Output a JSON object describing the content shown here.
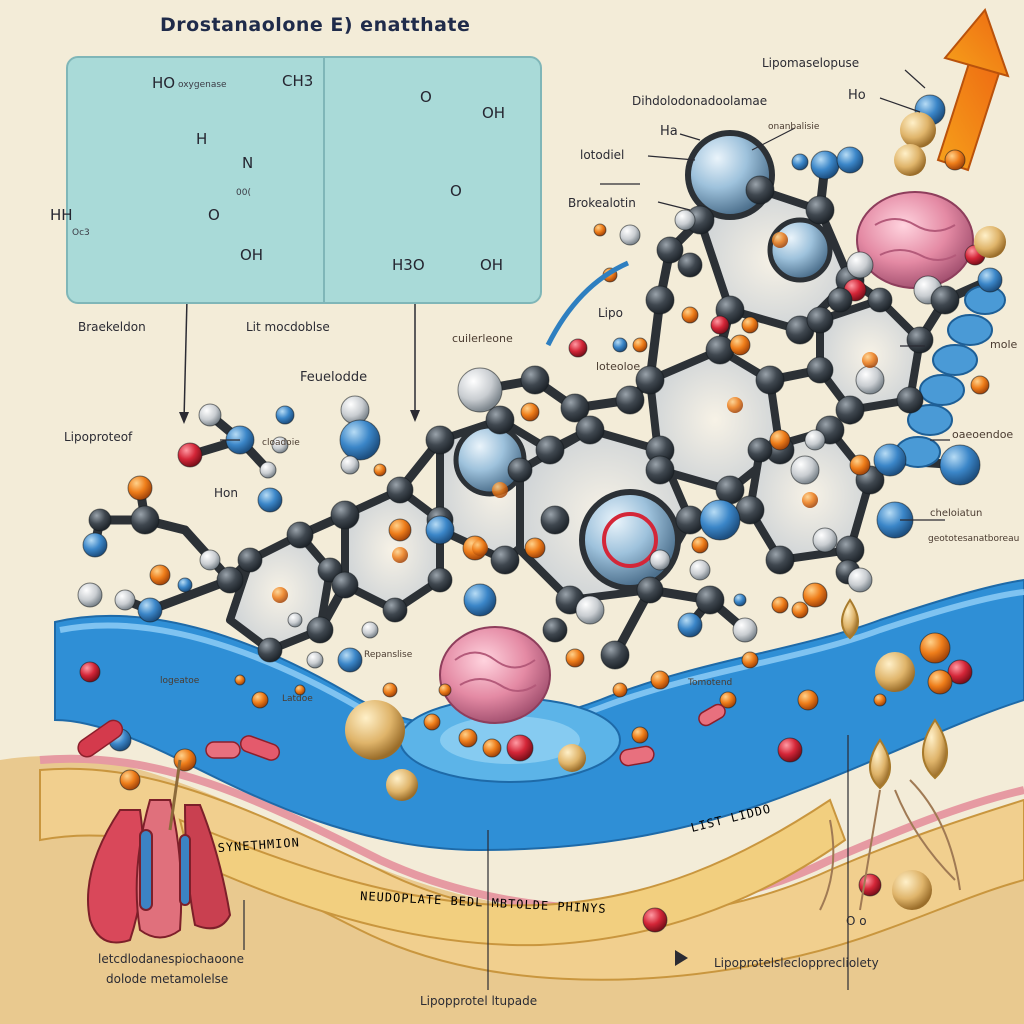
{
  "title": "Drostanaolone E) enatthate",
  "structure_panel": {
    "left": {
      "top_group": "HO",
      "top_group_note": "oxygenase",
      "methyl": "CH3",
      "hydrogen": "H",
      "nitrogen": "N",
      "side_note": "00(",
      "ring_group": "HH",
      "ring_group_sub": "Oc3",
      "ester_oxygen": "O",
      "hydroxyl": "OH"
    },
    "right": {
      "top_oxygen": "O",
      "top_hydroxyl": "OH",
      "ring_oxygen": "O",
      "bottom_left": "H3O",
      "bottom_right": "OH"
    }
  },
  "labels": {
    "brakeddon": "Braekeldon",
    "lit_mochanism": "Lit mocdoblse",
    "feuelodde": "Feuelodde",
    "lipoproteof": "Lipoproteof",
    "hon": "Hon",
    "lipomaselopuse": "Lipomaselopuse",
    "ho_right": "Ho",
    "dihydro": "Dihdolodonadoolamae",
    "ha": "Ha",
    "lotodiel": "lotodiel",
    "brokealotin": "Brokealotin",
    "lipo_small": "Lipo",
    "loteoloe": "loteoloe",
    "cuilerleone": "cuilerleone",
    "mole": "mole",
    "oaeoendoe": "oaeoendoe",
    "chelolatun": "cheloiatun",
    "synthesis_band": "SYNETHMION",
    "list_band": "LIST LIDDO",
    "pathway_band": "NEUDOPLATE BEDL MBTOLDE PHINYS",
    "bottom_left_line1": "letcdlodanespiochaoone",
    "bottom_left_line2": "dolode metamolelse",
    "bottom_center": "Lipopprotel ltupade",
    "bottom_right": "Lipoprotelsleclopprecliolety",
    "bottom_o": "O o",
    "tiny_cell_note": "Repanslise",
    "tiny_note_a": "logeatoe",
    "tiny_note_b": "Latdoe",
    "tiny_note_c": "Tomotend",
    "tiny_note_d": "onanbalisie",
    "tiny_note_e": "cloadoie",
    "tiny_note_f": "geototesanatboreau"
  },
  "colors": {
    "background": "#f3ecd8",
    "panel": "#a9dad8",
    "membrane_blue": "#2f8fd6",
    "membrane_tan": "#f1cf8e",
    "atom_dark": "#3a4148",
    "atom_blue": "#3c83c4",
    "atom_orange": "#ee7d1a",
    "atom_red": "#d42638",
    "arrow_orange": "#f28a18",
    "protein_pink": "#e48aa4"
  }
}
